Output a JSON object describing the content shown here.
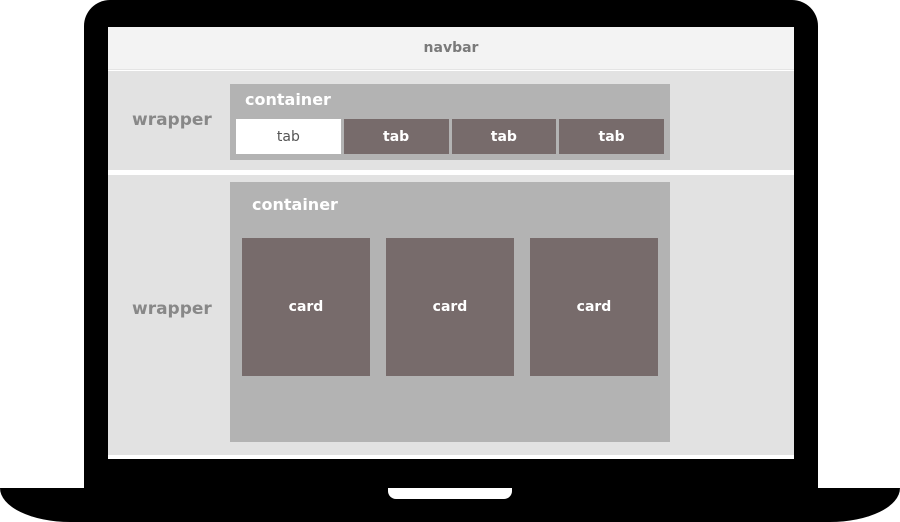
{
  "navbar": {
    "label": "navbar"
  },
  "top_section": {
    "wrapper_label": "wrapper",
    "container_label": "container",
    "tabs": [
      {
        "label": "tab",
        "active": true
      },
      {
        "label": "tab",
        "active": false
      },
      {
        "label": "tab",
        "active": false
      },
      {
        "label": "tab",
        "active": false
      }
    ]
  },
  "bottom_section": {
    "wrapper_label": "wrapper",
    "container_label": "container",
    "cards": [
      {
        "label": "card"
      },
      {
        "label": "card"
      },
      {
        "label": "card"
      }
    ]
  },
  "colors": {
    "bezel": "#000000",
    "navbar_bg": "#f3f3f3",
    "wrapper_bg": "#e2e2e2",
    "container_bg": "#b3b3b3",
    "block_bg": "#776b6b",
    "active_tab_bg": "#ffffff"
  }
}
